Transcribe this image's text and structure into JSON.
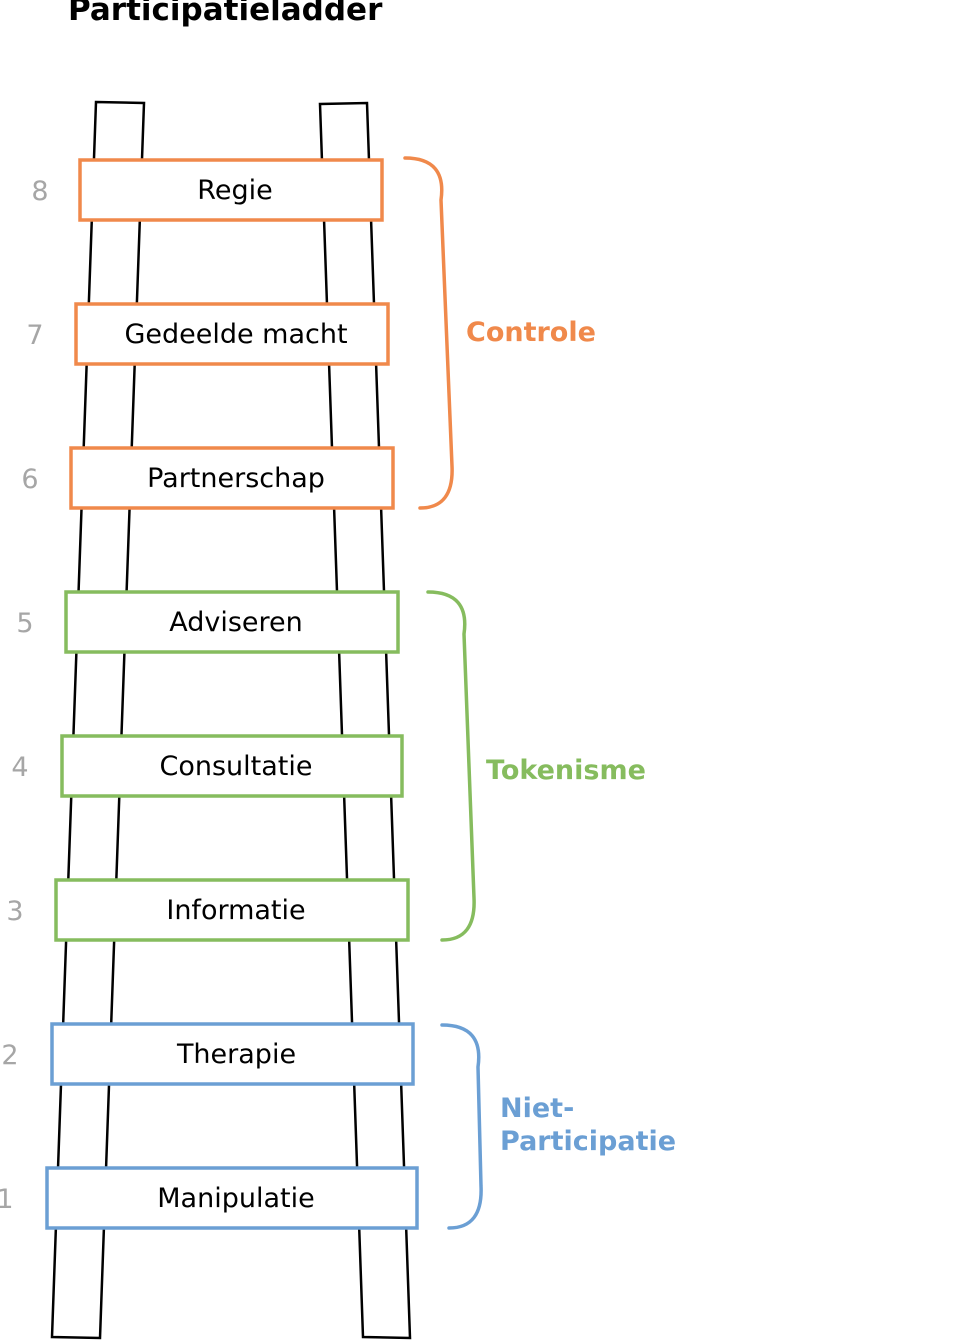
{
  "title": "Participatieladder",
  "colors": {
    "controle": "#F0894B",
    "tokenisme": "#86BC5E",
    "niet_participatie": "#6B9FD4",
    "rung_number": "#A6A6A6",
    "ladder": "#000000"
  },
  "rungs": [
    {
      "number": "8",
      "label": "Regie",
      "group": "controle"
    },
    {
      "number": "7",
      "label": "Gedeelde macht",
      "group": "controle"
    },
    {
      "number": "6",
      "label": "Partnerschap",
      "group": "controle"
    },
    {
      "number": "5",
      "label": "Adviseren",
      "group": "tokenisme"
    },
    {
      "number": "4",
      "label": "Consultatie",
      "group": "tokenisme"
    },
    {
      "number": "3",
      "label": "Informatie",
      "group": "tokenisme"
    },
    {
      "number": "2",
      "label": "Therapie",
      "group": "niet_participatie"
    },
    {
      "number": "1",
      "label": "Manipulatie",
      "group": "niet_participatie"
    }
  ],
  "groups": [
    {
      "key": "controle",
      "label_lines": [
        "Controle"
      ]
    },
    {
      "key": "tokenisme",
      "label_lines": [
        "Tokenisme"
      ]
    },
    {
      "key": "niet_participatie",
      "label_lines": [
        "Niet-",
        "Participatie"
      ]
    }
  ]
}
